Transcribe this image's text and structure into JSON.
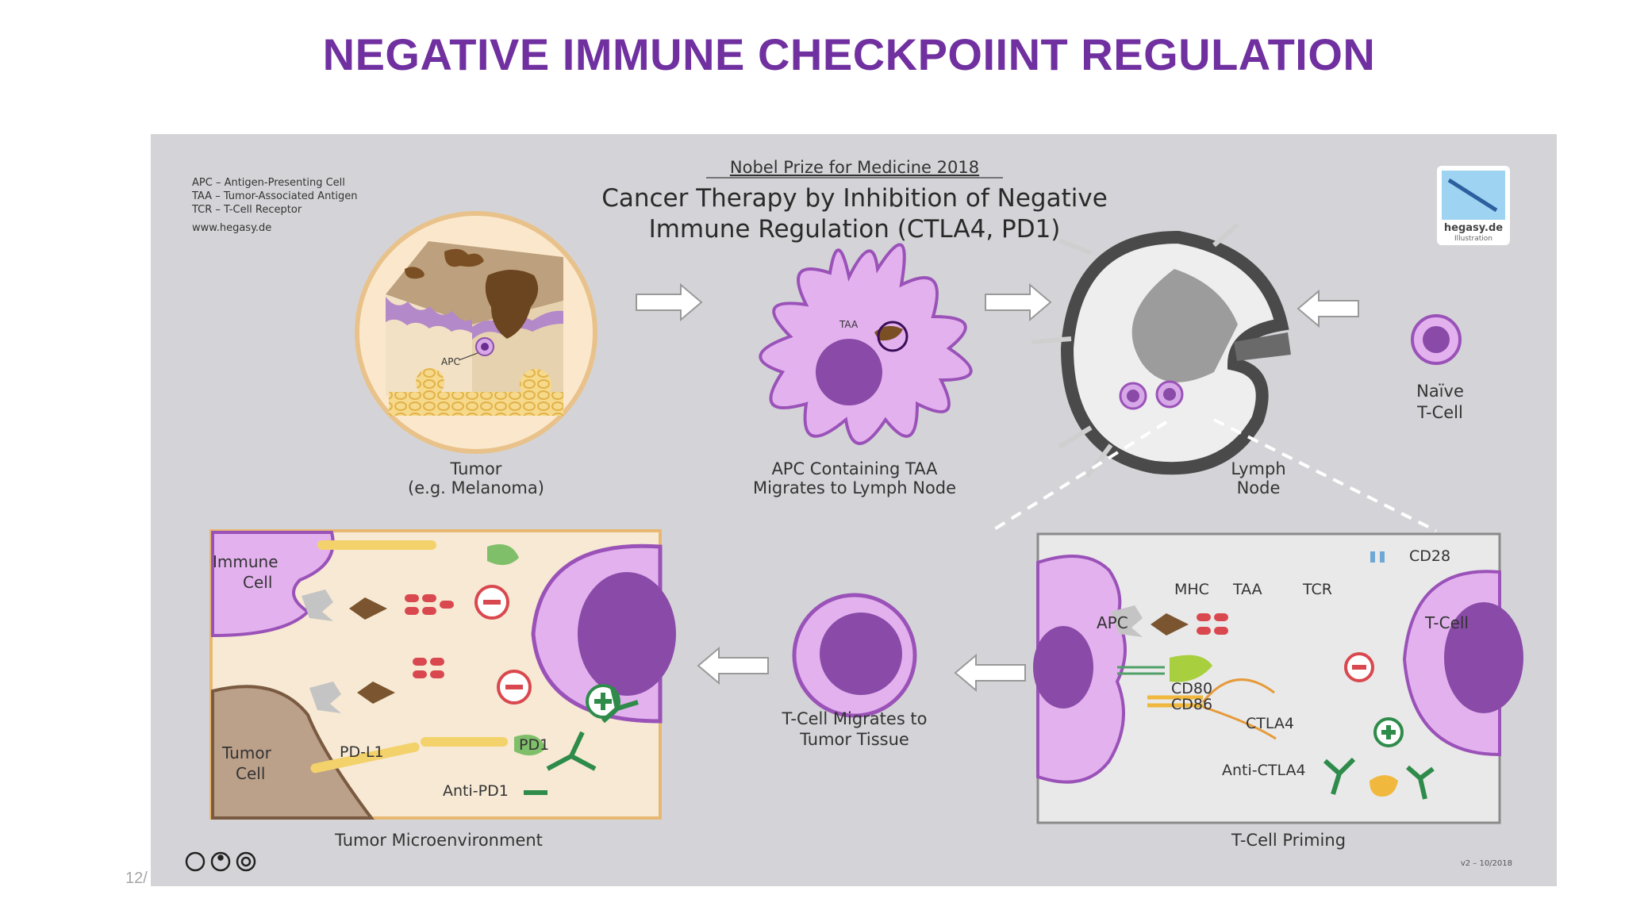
{
  "slide": {
    "title": "NEGATIVE IMMUNE CHECKPOIINT REGULATION",
    "date_fragment": "12/"
  },
  "figure": {
    "header": "Nobel Prize for Medicine 2018",
    "title_line1": "Cancer Therapy by Inhibition of Negative",
    "title_line2": "Immune Regulation (CTLA4, PD1)",
    "legend": [
      "APC  –  Antigen-Presenting Cell",
      "TAA  –  Tumor-Associated Antigen",
      "TCR  –  T-Cell Receptor",
      "www.hegasy.de"
    ],
    "logo_line1": "hegasy.de",
    "logo_line2": "Illustration",
    "version": "v2 – 10/2018",
    "tumor": {
      "label_line1": "Tumor",
      "label_line2": "(e.g. Melanoma)",
      "apc_tag": "APC"
    },
    "apc_cell": {
      "label_line1": "APC Containing TAA",
      "label_line2": "Migrates to Lymph Node",
      "taa_tag": "TAA"
    },
    "lymph_node": {
      "label_line1": "Lymph",
      "label_line2": "Node"
    },
    "naive_tcell": {
      "label_line1": "Naïve",
      "label_line2": "T-Cell"
    },
    "priming": {
      "title": "T-Cell Priming",
      "apc": "APC",
      "tcell": "T-Cell",
      "mhc": "MHC",
      "taa": "TAA",
      "tcr": "TCR",
      "cd28": "CD28",
      "cd80": "CD80",
      "cd86": "CD86",
      "ctla4": "CTLA4",
      "anti_ctla4": "Anti-CTLA4"
    },
    "migrates": {
      "label_line1": "T-Cell Migrates to",
      "label_line2": "Tumor Tissue"
    },
    "microenv": {
      "title": "Tumor Microenvironment",
      "immune_line1": "Immune",
      "immune_line2": "Cell",
      "tumor_line1": "Tumor",
      "tumor_line2": "Cell",
      "pdl1": "PD-L1",
      "pd1": "PD1",
      "anti_pd1": "Anti-PD1"
    },
    "license_icons": [
      "cc-icon",
      "by-icon",
      "nc-icon"
    ]
  }
}
